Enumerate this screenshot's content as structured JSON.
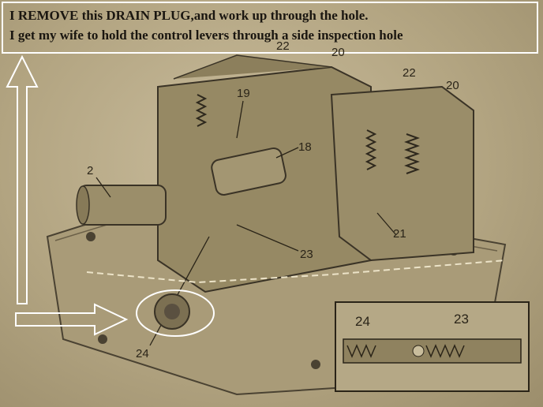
{
  "caption": {
    "line1": "I REMOVE this DRAIN PLUG,and work up through  the hole.",
    "line2": "I get my wife to hold the control levers through a side inspection hole"
  },
  "callouts": {
    "c2": "2",
    "c18": "18",
    "c19": "19",
    "c20_top": "20",
    "c20_right": "20",
    "c21": "21",
    "c22_top": "22",
    "c22_right": "22",
    "c23": "23",
    "c24": "24"
  },
  "inset": {
    "label_left": "24",
    "label_right": "23"
  },
  "colors": {
    "arrow": "#ffffff",
    "circle": "#ffffff",
    "caption_border": "#ffffff"
  }
}
